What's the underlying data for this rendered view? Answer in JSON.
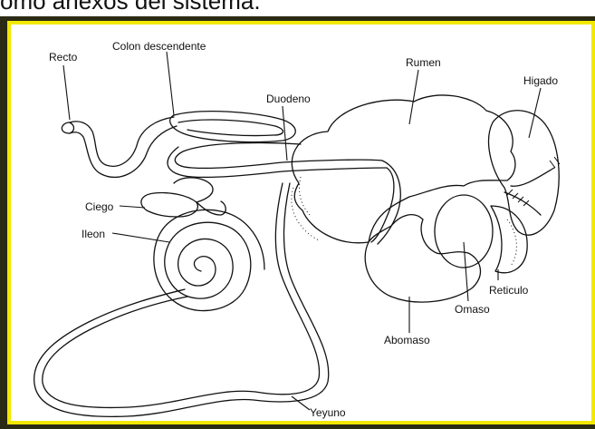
{
  "header": {
    "text": "omo anexos del sistema."
  },
  "labels": {
    "recto": "Recto",
    "colon_descendente": "Colon descendente",
    "duodeno": "Duodeno",
    "rumen": "Rumen",
    "higado": "Higado",
    "ciego": "Ciego",
    "ileon": "Ileon",
    "omaso": "Omaso",
    "reticulo": "Reticulo",
    "abomaso": "Abomaso",
    "yeyuno": "Yeyuno"
  },
  "colors": {
    "frame_dark": "#2b2a14",
    "frame_yellow": "#f2e800",
    "ink": "#111111"
  }
}
